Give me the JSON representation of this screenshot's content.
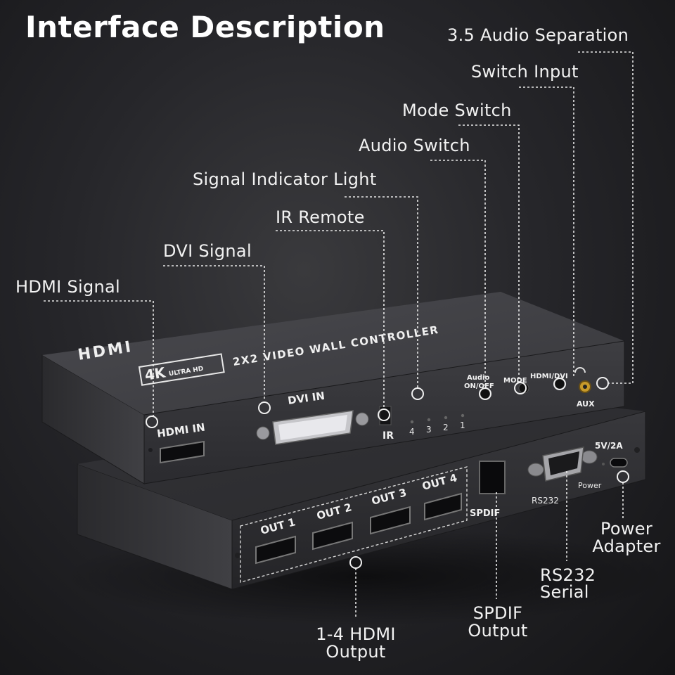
{
  "title": "Interface Description",
  "callouts": {
    "audio_separation": "3.5 Audio Separation",
    "switch_input": "Switch Input",
    "mode_switch": "Mode Switch",
    "audio_switch": "Audio Switch",
    "signal_indicator": "Signal Indicator Light",
    "ir_remote": "IR Remote",
    "dvi_signal": "DVI Signal",
    "hdmi_signal": "HDMI Signal",
    "power_adapter_line1": "Power",
    "power_adapter_line2": "Adapter",
    "rs232_line1": "RS232",
    "rs232_line2": "Serial",
    "spdif_line1": "SPDIF",
    "spdif_line2": "Output",
    "hdmi_output_line1": "1-4 HDMI",
    "hdmi_output_line2": "Output"
  },
  "device_front": {
    "brand": "HDMI",
    "badge_top": "4K",
    "badge_bottom": "ULTRA HD",
    "model": "2X2 VIDEO WALL CONTROLLER",
    "hdmi_in": "HDMI IN",
    "dvi_in": "DVI IN",
    "ir": "IR",
    "indicators": [
      "4",
      "3",
      "2",
      "1"
    ],
    "audio_btn_line1": "Audio",
    "audio_btn_line2": "ON/OFF",
    "mode_btn": "MODE",
    "hdmi_dvi_btn": "HDMI/DVI",
    "aux": "AUX"
  },
  "device_rear": {
    "outputs": [
      "OUT 1",
      "OUT 2",
      "OUT 3",
      "OUT 4"
    ],
    "spdif": "SPDIF",
    "rs232": "RS232",
    "power_rating": "5V/2A",
    "power": "Power"
  },
  "colors": {
    "background": "#26262a",
    "text": "#f2f2f2",
    "device_body": "#3a3a3e"
  }
}
